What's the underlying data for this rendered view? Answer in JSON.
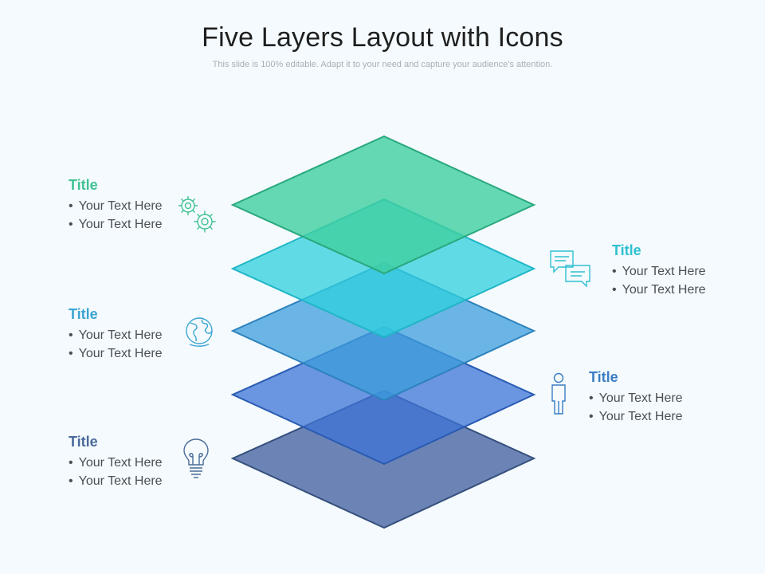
{
  "slide": {
    "title": "Five Layers Layout with Icons",
    "subtitle": "This slide is 100% editable. Adapt it to your need and capture your audience’s attention."
  },
  "colors": {
    "layer1": "#3fcf9f",
    "layer2": "#2fd0de",
    "layer3": "#3c9edc",
    "layer4": "#3c73d6",
    "layer5": "#4a66a3",
    "title1": "#41c293",
    "title2": "#2fc0d2",
    "title3": "#3ba4d2",
    "title4": "#3a7dc4",
    "title5": "#4a6a9a"
  },
  "blocks": [
    {
      "title": "Title",
      "items": [
        "Your Text Here",
        "Your Text Here"
      ],
      "icon": "gears-icon"
    },
    {
      "title": "Title",
      "items": [
        "Your Text Here",
        "Your Text Here"
      ],
      "icon": "chat-bubbles-icon"
    },
    {
      "title": "Title",
      "items": [
        "Your Text Here",
        "Your Text Here"
      ],
      "icon": "globe-icon"
    },
    {
      "title": "Title",
      "items": [
        "Your Text Here",
        "Your Text Here"
      ],
      "icon": "person-icon"
    },
    {
      "title": "Title",
      "items": [
        "Your Text Here",
        "Your Text Here"
      ],
      "icon": "lightbulb-icon"
    }
  ]
}
